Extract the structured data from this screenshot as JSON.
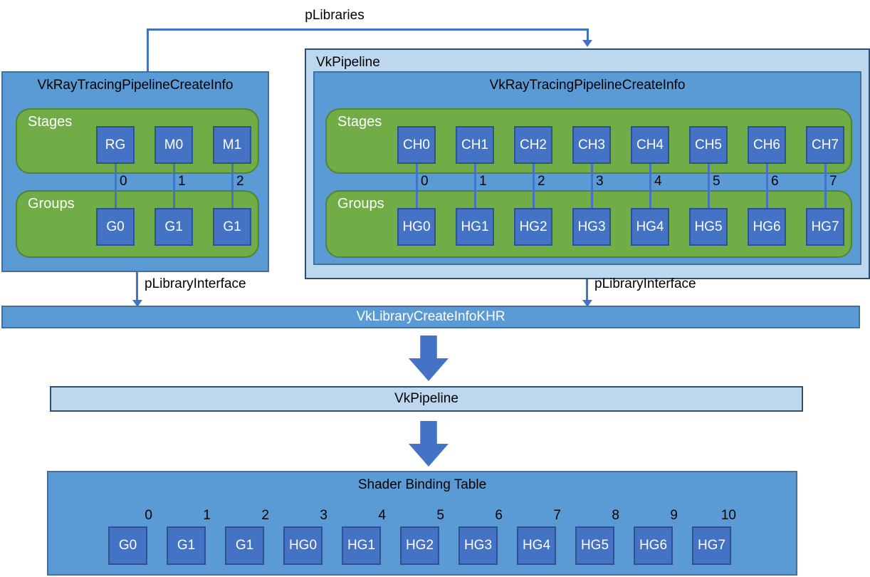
{
  "colors": {
    "medium_blue": "#5b9bd5",
    "light_blue": "#bdd7ee",
    "green": "#70ad47",
    "green_border": "#548235",
    "square_blue": "#4472c4",
    "square_border": "#2f528f",
    "connector": "#4472c4",
    "dark_border": "#41719c",
    "navy_border": "#2e4d71"
  },
  "top_connector": {
    "label": "pLibraries"
  },
  "library": {
    "title": "VkRayTracingPipelineCreateInfo",
    "stages_label": "Stages",
    "groups_label": "Groups",
    "columns": [
      {
        "stage": "RG",
        "index": "0",
        "group": "G0"
      },
      {
        "stage": "M0",
        "index": "1",
        "group": "G1"
      },
      {
        "stage": "M1",
        "index": "2",
        "group": "G1"
      }
    ],
    "interface_label": "pLibraryInterface"
  },
  "pipeline_box": {
    "title": "VkPipeline",
    "inner_title": "VkRayTracingPipelineCreateInfo",
    "stages_label": "Stages",
    "groups_label": "Groups",
    "columns": [
      {
        "stage": "CH0",
        "index": "0",
        "group": "HG0"
      },
      {
        "stage": "CH1",
        "index": "1",
        "group": "HG1"
      },
      {
        "stage": "CH2",
        "index": "2",
        "group": "HG2"
      },
      {
        "stage": "CH3",
        "index": "3",
        "group": "HG3"
      },
      {
        "stage": "CH4",
        "index": "4",
        "group": "HG4"
      },
      {
        "stage": "CH5",
        "index": "5",
        "group": "HG5"
      },
      {
        "stage": "CH6",
        "index": "6",
        "group": "HG6"
      },
      {
        "stage": "CH7",
        "index": "7",
        "group": "HG7"
      }
    ],
    "interface_label": "pLibraryInterface"
  },
  "library_create_info_bar": {
    "label": "VkLibraryCreateInfoKHR"
  },
  "pipeline_bar": {
    "label": "VkPipeline"
  },
  "shader_binding_table": {
    "title": "Shader Binding Table",
    "cells": [
      {
        "index": "0",
        "label": "G0"
      },
      {
        "index": "1",
        "label": "G1"
      },
      {
        "index": "2",
        "label": "G1"
      },
      {
        "index": "3",
        "label": "HG0"
      },
      {
        "index": "4",
        "label": "HG1"
      },
      {
        "index": "5",
        "label": "HG2"
      },
      {
        "index": "6",
        "label": "HG3"
      },
      {
        "index": "7",
        "label": "HG4"
      },
      {
        "index": "8",
        "label": "HG5"
      },
      {
        "index": "9",
        "label": "HG6"
      },
      {
        "index": "10",
        "label": "HG7"
      }
    ]
  }
}
